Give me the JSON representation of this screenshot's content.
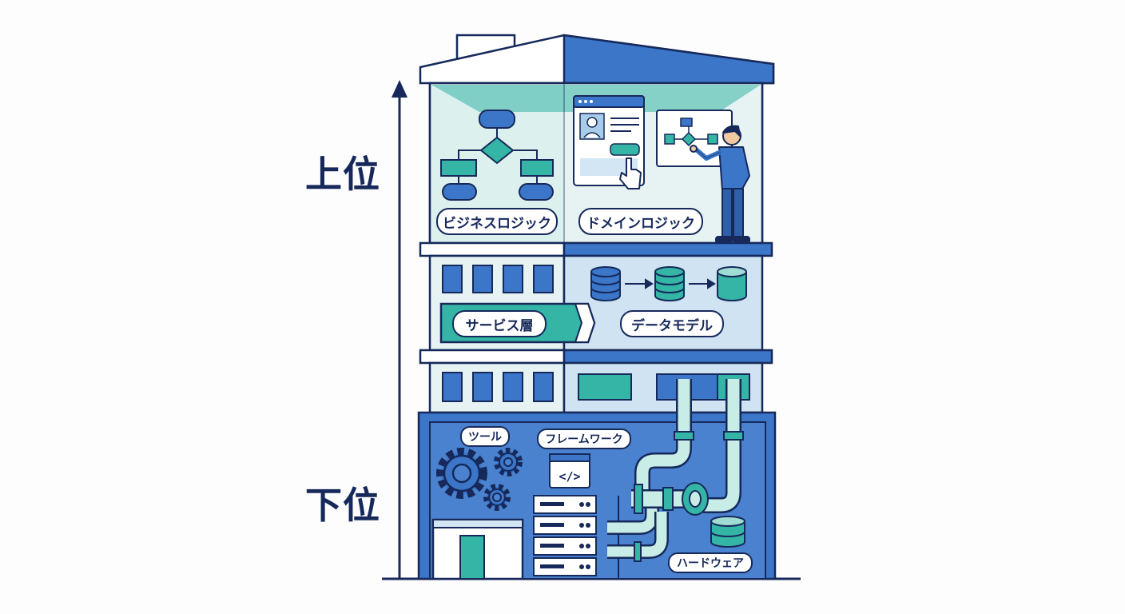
{
  "axis": {
    "top_label": "上位",
    "bottom_label": "下位"
  },
  "labels": {
    "business_logic": "ビジネスロジック",
    "domain_logic": "ドメインロジック",
    "service_layer": "サービス層",
    "data_model": "データモデル",
    "tool": "ツール",
    "framework": "フレームワーク",
    "hardware": "ハードウェア"
  },
  "colors": {
    "navy": "#16295a",
    "blue": "#3b76c9",
    "teal": "#35b5a6",
    "pale_teal": "#d4eeec",
    "pale_blue": "#d3e6f3",
    "white": "#ffffff"
  },
  "icons": {
    "code": "</>"
  }
}
